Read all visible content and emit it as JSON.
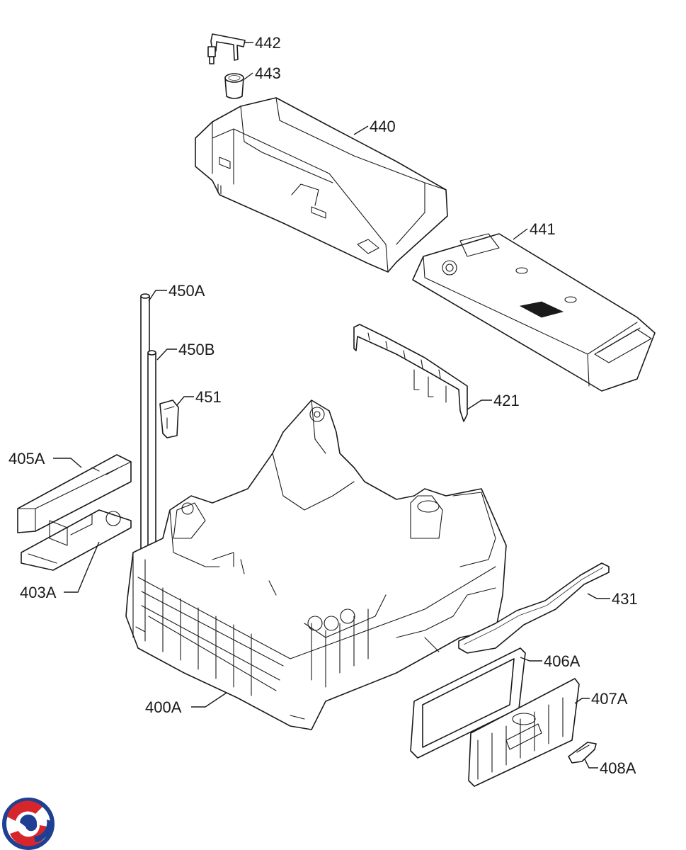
{
  "diagram": {
    "part_labels": [
      "442",
      "443",
      "440",
      "441",
      "450A",
      "450B",
      "451",
      "421",
      "405A",
      "403A",
      "431",
      "406A",
      "400A",
      "407A",
      "408A"
    ]
  },
  "colors": {
    "line": "#1a1a1a",
    "background": "#ffffff",
    "logo_red": "#d7262b",
    "logo_blue": "#1e3f92"
  },
  "logo": {
    "icon": "swirl-logo-icon"
  }
}
